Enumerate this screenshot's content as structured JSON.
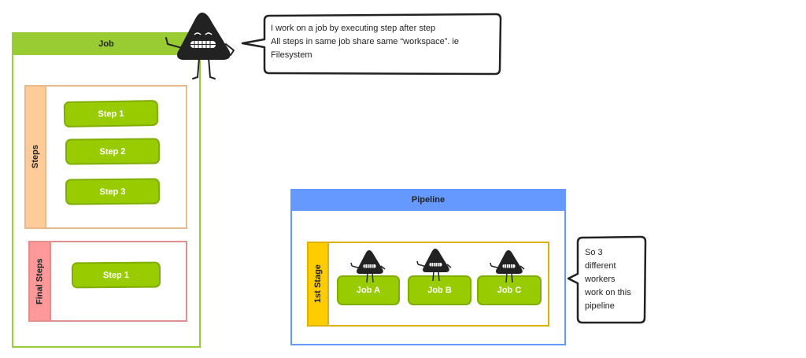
{
  "job": {
    "title": "Job",
    "steps_label": "Steps",
    "steps": [
      "Step 1",
      "Step 2",
      "Step 3"
    ],
    "final_label": "Final Steps",
    "final_steps": [
      "Step 1"
    ]
  },
  "speech_top": {
    "lines": [
      "I work on a job by executing step after step",
      "All steps in same job share same “workspace”. ie",
      "Filesystem"
    ]
  },
  "pipeline": {
    "title": "Pipeline",
    "stage_label": "1st Stage",
    "jobs": [
      "Job A",
      "Job B",
      "Job C"
    ]
  },
  "speech_right": {
    "lines": [
      "So 3",
      "different",
      "workers",
      "work on this",
      "pipeline"
    ]
  },
  "colors": {
    "job_green": "#99cc33",
    "steps_orange": "#ffcc99",
    "final_red": "#ff9999",
    "pipeline_blue": "#6699ff",
    "stage_yellow": "#ffcc00",
    "step_green": "#99cc00"
  }
}
